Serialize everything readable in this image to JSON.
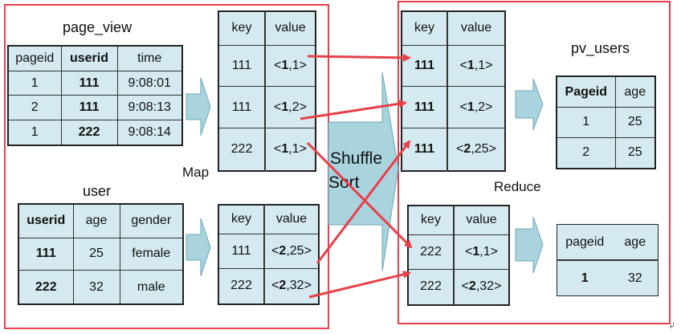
{
  "page_view": {
    "title": "page_view",
    "headers": [
      "pageid",
      "userid",
      "time"
    ],
    "rows": [
      [
        "1",
        "111",
        "9:08:01"
      ],
      [
        "2",
        "111",
        "9:08:13"
      ],
      [
        "1",
        "222",
        "9:08:14"
      ]
    ]
  },
  "user": {
    "title": "user",
    "headers": [
      "userid",
      "age",
      "gender"
    ],
    "rows": [
      [
        "111",
        "25",
        "female"
      ],
      [
        "222",
        "32",
        "male"
      ]
    ]
  },
  "map": {
    "label": "Map",
    "pv_table": {
      "headers": [
        "key",
        "value"
      ],
      "rows": [
        {
          "key": "111",
          "v1": "1",
          "v2": "1"
        },
        {
          "key": "111",
          "v1": "1",
          "v2": "2"
        },
        {
          "key": "222",
          "v1": "1",
          "v2": "1"
        }
      ]
    },
    "user_table": {
      "headers": [
        "key",
        "value"
      ],
      "rows": [
        {
          "key": "111",
          "v1": "2",
          "v2": "25"
        },
        {
          "key": "222",
          "v1": "2",
          "v2": "32"
        }
      ]
    }
  },
  "shuffle": {
    "line1": "Shuffle",
    "line2": "Sort"
  },
  "reduce": {
    "label": "Reduce",
    "table_a": {
      "headers": [
        "key",
        "value"
      ],
      "rows": [
        {
          "key": "111",
          "v1": "1",
          "v2": "1"
        },
        {
          "key": "111",
          "v1": "1",
          "v2": "2"
        },
        {
          "key": "111",
          "v1": "2",
          "v2": "25"
        }
      ]
    },
    "table_b": {
      "headers": [
        "key",
        "value"
      ],
      "rows": [
        {
          "key": "222",
          "v1": "1",
          "v2": "1"
        },
        {
          "key": "222",
          "v1": "2",
          "v2": "32"
        }
      ]
    }
  },
  "pv_users": {
    "title": "pv_users",
    "table_a": {
      "headers": [
        "Pageid",
        "age"
      ],
      "rows": [
        [
          "1",
          "25"
        ],
        [
          "2",
          "25"
        ]
      ]
    },
    "table_b": {
      "headers": [
        "pageid",
        "age"
      ],
      "rows": [
        [
          "1",
          "32"
        ]
      ]
    }
  },
  "corner_mark": "↲",
  "colors": {
    "frame": "#e8404a",
    "arrow": "#e8404a",
    "cell": "#d4eaf0",
    "block_arrow": "#a9d3dd"
  }
}
